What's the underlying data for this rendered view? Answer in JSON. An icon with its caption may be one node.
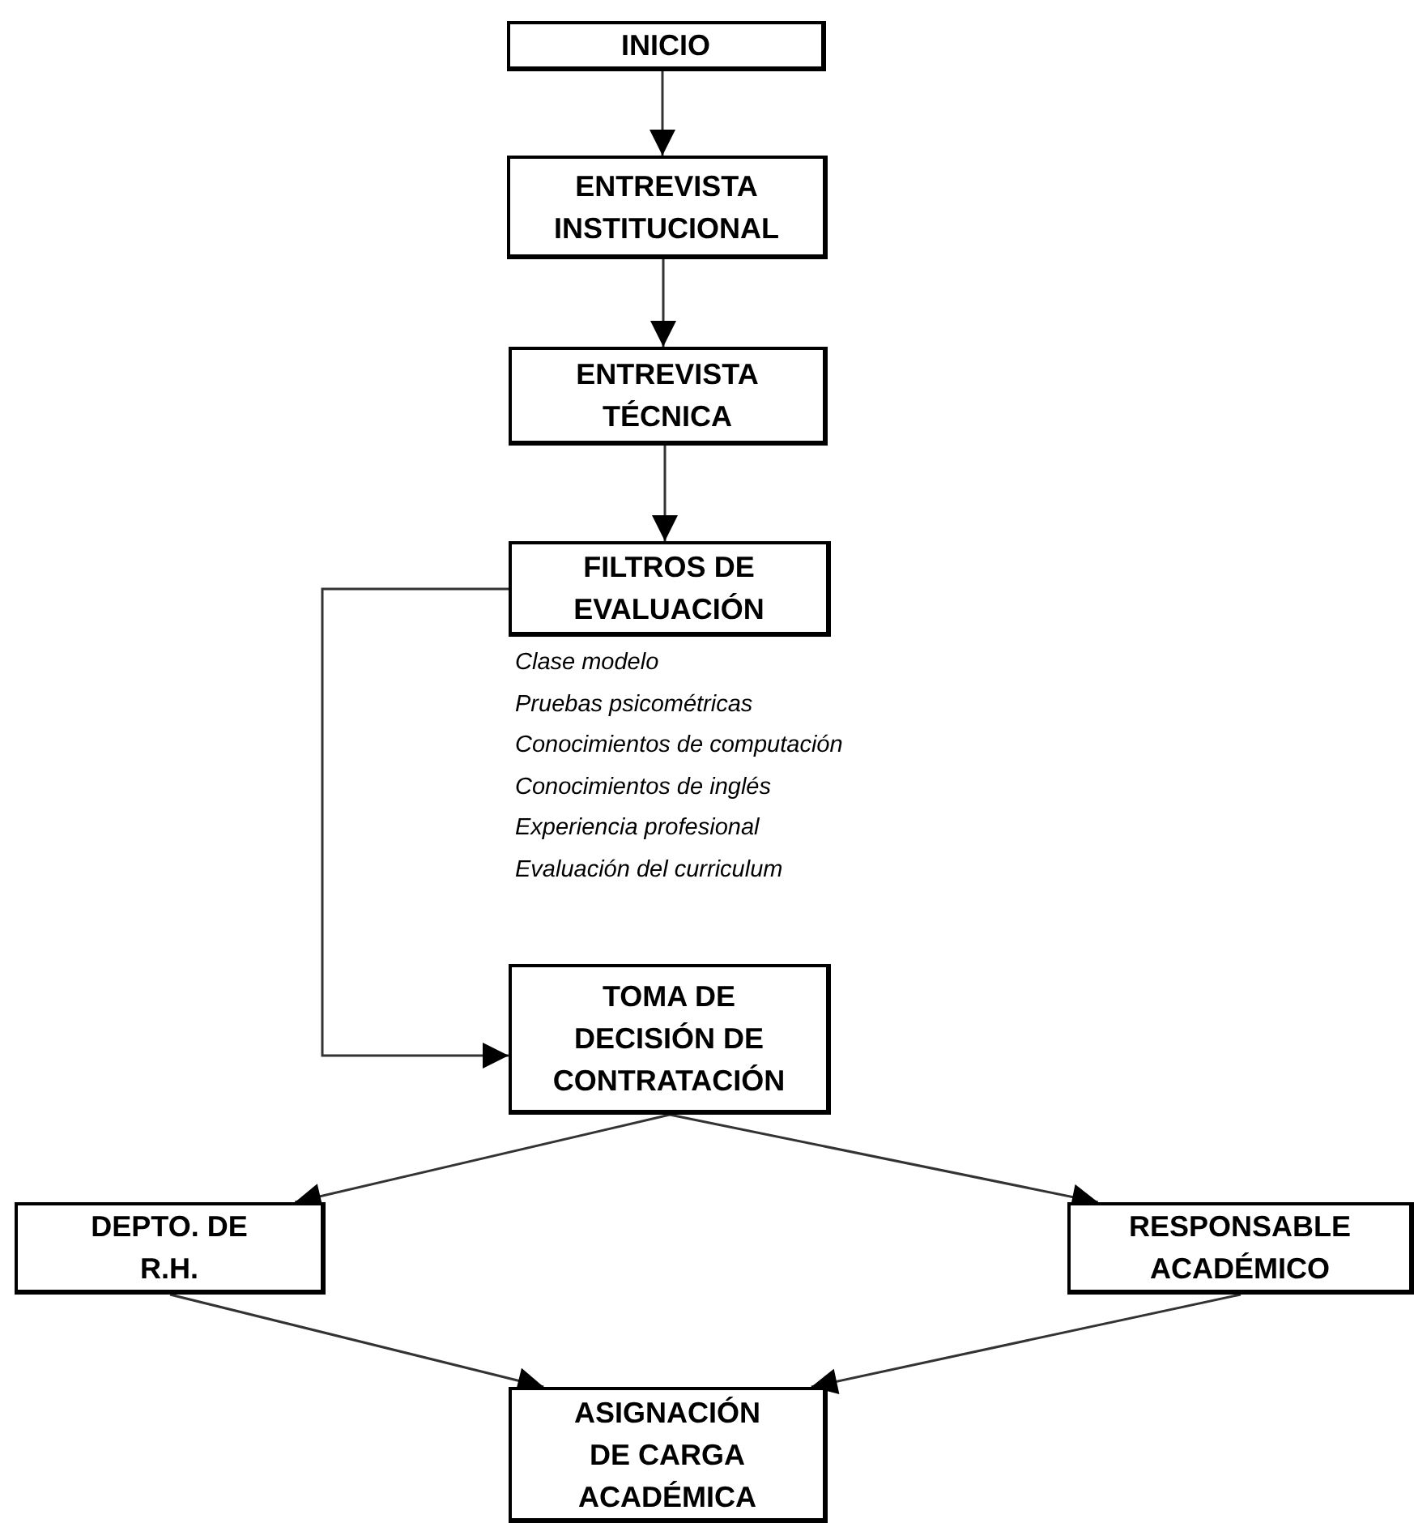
{
  "diagram": {
    "nodes": [
      {
        "text": [
          "INICIO"
        ]
      },
      {
        "text": [
          "ENTREVISTA INSTITUCIONAL"
        ]
      },
      {
        "text": [
          "ENTREVISTA TÉCNICA"
        ]
      },
      {
        "text": [
          "FILTROS DE EVALUACIÓN"
        ],
        "beside": [
          "Clase modelo",
          "Pruebas psicométricas",
          "Conocimientos de computación",
          "Conocimientos de inglés",
          "Experiencia profesional",
          "Evaluación del curriculum"
        ]
      },
      {
        "text": [
          "TOMA DE DECISIÓN DE CONTRATACIÓN"
        ]
      },
      {
        "text": [
          "DEPTO. DE R.H."
        ]
      },
      {
        "text": [
          "RESPONSABLE ACADÉMICO"
        ]
      },
      {
        "text": [
          "ASIGNACIÓN DE CARGA ACADÉMICA"
        ]
      }
    ],
    "edges": [
      {
        "from": 0,
        "to": 1,
        "arrow": "to"
      },
      {
        "from": 1,
        "to": 2,
        "arrow": "to"
      },
      {
        "from": 2,
        "to": 3,
        "arrow": "to"
      },
      {
        "from": 3,
        "to": 4,
        "arrow": "to"
      },
      {
        "from": 4,
        "to": 5,
        "arrow": "to"
      },
      {
        "from": 4,
        "to": 6,
        "arrow": "to"
      },
      {
        "from": 5,
        "to": 7,
        "arrow": "to"
      },
      {
        "from": 6,
        "to": 7,
        "arrow": "to"
      }
    ]
  }
}
